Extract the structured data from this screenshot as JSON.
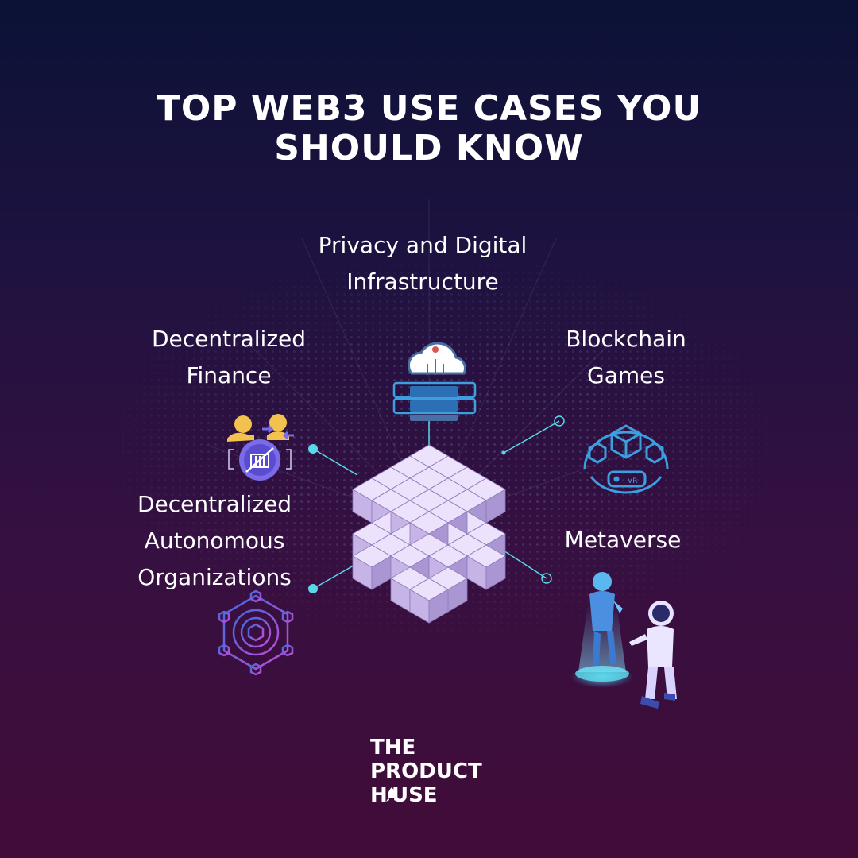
{
  "title": {
    "line1": "TOP WEB3 USE CASES YOU",
    "line2": "SHOULD KNOW"
  },
  "use_cases": {
    "privacy": {
      "line1": "Privacy and Digital",
      "line2": "Infrastructure",
      "icon": "cloud-server-icon"
    },
    "defi": {
      "line1": "Decentralized",
      "line2": "Finance",
      "icon": "finance-exchange-icon"
    },
    "games": {
      "line1": "Blockchain",
      "line2": "Games",
      "icon": "vr-headset-cubes-icon"
    },
    "dao": {
      "line1": "Decentralized",
      "line2": "Autonomous",
      "line3": "Organizations",
      "icon": "network-hexagon-icon"
    },
    "metaverse": {
      "line1": "Metaverse",
      "icon": "hologram-astronaut-icon"
    }
  },
  "center_graphic": "block-cube-icon",
  "logo": {
    "line1": "THE",
    "line2": "PRODUCT",
    "line3": "H USE",
    "icon": "rocket-icon"
  },
  "colors": {
    "background_top": "#0b1236",
    "background_bottom": "#420c38",
    "connector": "#5ad8ea",
    "cube": "#d8c8f2",
    "icon_blue": "#3b9fe0",
    "icon_purple": "#8a4fd6",
    "icon_yellow": "#f2c14e"
  }
}
